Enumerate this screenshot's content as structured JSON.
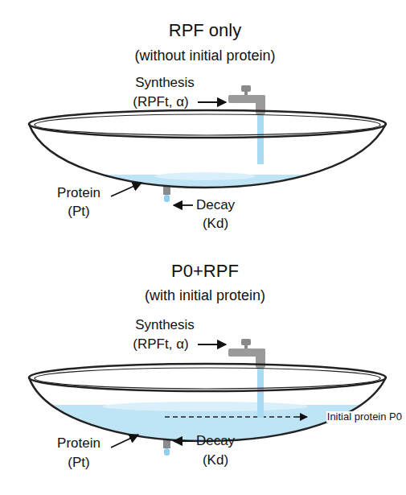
{
  "diagram": {
    "labels": [
      "RPF only",
      "(without initial protein)",
      "Synthesis",
      "(RPFt, α)",
      "Protein",
      "(Pt)",
      "Decay",
      "(Kd)",
      "P0+RPF",
      "(with initial protein)",
      "Synthesis",
      "(RPFt, α)",
      "Initial protein P0",
      "Protein",
      "(Pt)",
      "Decay",
      "(Kd)"
    ]
  }
}
